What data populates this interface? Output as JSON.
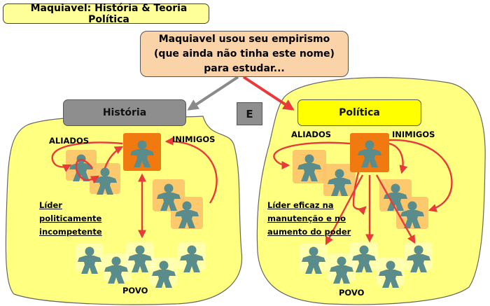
{
  "title": "Maquiavel: História & Teoria Política",
  "callout": "Maquiavel usou seu empirismo\n(que ainda não tinha este nome)\npara estudar...",
  "left_topic": "História",
  "connector": "E",
  "right_topic": "Política",
  "left": {
    "allies_label": "ALIADOS",
    "enemies_label": "INIMIGOS",
    "people_label": "POVO",
    "note_lines": [
      "Líder",
      "politicamente",
      "incompetente"
    ]
  },
  "right": {
    "allies_label": "ALIADOS",
    "enemies_label": "INIMIGOS",
    "people_label": "POVO",
    "note_lines": [
      "Líder eficaz na",
      "manutenção e no",
      "aumento do poder"
    ]
  },
  "colors": {
    "region_fill": "#ffff80",
    "leader_fill": "#f07a10",
    "group_fill": "#fcc36a",
    "figure": "#5a8c8c",
    "arrow": "#e83a3a",
    "gray_arrow": "#8a8a8a",
    "topic_gray": "#8e8e8e",
    "topic_yellow": "#ffff00"
  },
  "icon": "person-figure-icon"
}
